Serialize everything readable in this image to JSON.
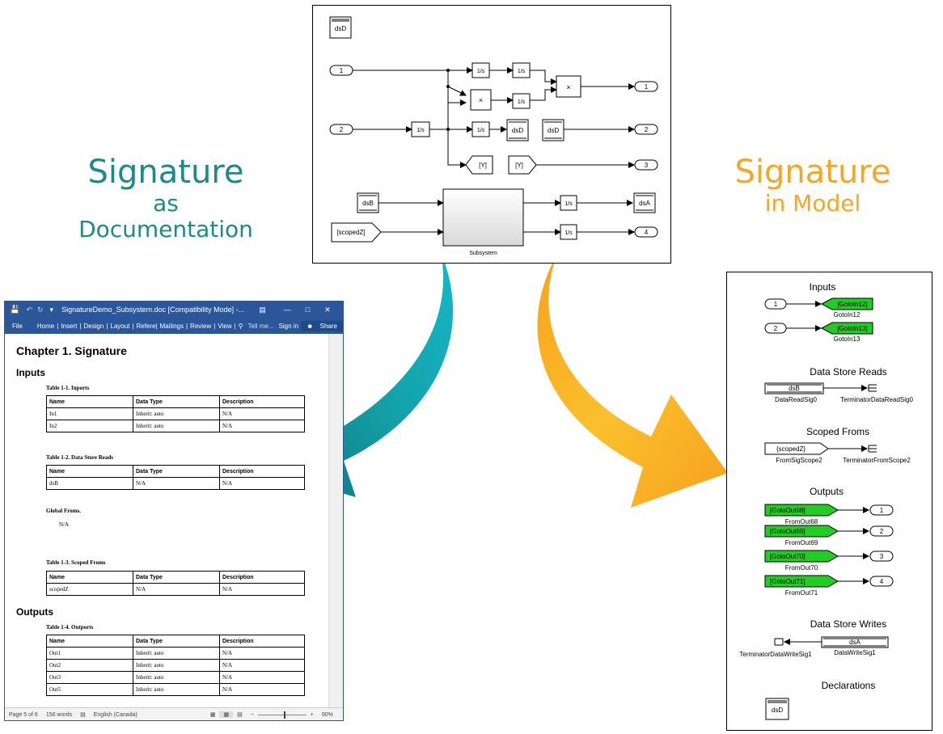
{
  "headings": {
    "left": {
      "line1": "Signature",
      "line2": "as Documentation"
    },
    "right": {
      "line1": "Signature",
      "line2": "in Model"
    }
  },
  "colors": {
    "teal": "#1a8a8a",
    "orange": "#f5a623",
    "goto_green": "#22cc22",
    "word_blue": "#2b579a"
  },
  "top_model": {
    "dsD_top": "dsD",
    "inports": [
      "1",
      "2"
    ],
    "outports": [
      "1",
      "2",
      "3",
      "4"
    ],
    "integrator": "1/s",
    "product": "×",
    "dsD_write": "dsD",
    "dsD_read": "dsD",
    "goto_Y": "[Y]",
    "from_Y": "[Y]",
    "dsB": "dsB",
    "scopedZ": "[scopedZ]",
    "subsystem_label": "Subsystem",
    "dsA": "dsA"
  },
  "word": {
    "title": "SignatureDemo_Subsystem.doc [Compatibility Mode] -...",
    "ribbon_tabs": [
      "File",
      "Home",
      "Insert",
      "Design",
      "Layout",
      "References",
      "Mailings",
      "Review",
      "View"
    ],
    "tell_me": "Tell me...",
    "sign_in": "Sign in",
    "share": "Share",
    "chapter_title": "Chapter 1. Signature",
    "inputs_heading": "Inputs",
    "outputs_heading": "Outputs",
    "table_header": [
      "Name",
      "Data Type",
      "Description"
    ],
    "tables": [
      {
        "caption": "Table 1-1. Inports",
        "rows": [
          [
            "In1",
            "Inherit: auto",
            "N/A"
          ],
          [
            "In2",
            "Inherit: auto",
            "N/A"
          ]
        ]
      },
      {
        "caption": "Table 1-2. Data Store Reads",
        "rows": [
          [
            "dsB",
            "N/A",
            "N/A"
          ]
        ]
      },
      {
        "caption": "Table 1-3. Scoped Froms",
        "rows": [
          [
            "scopedZ",
            "N/A",
            "N/A"
          ]
        ]
      },
      {
        "caption": "Table 1-4. Outports",
        "rows": [
          [
            "Out1",
            "Inherit: auto",
            "N/A"
          ],
          [
            "Out2",
            "Inherit: auto",
            "N/A"
          ],
          [
            "Out3",
            "Inherit: auto",
            "N/A"
          ],
          [
            "Out5",
            "Inherit: auto",
            "N/A"
          ]
        ]
      }
    ],
    "global_froms_caption": "Global Froms.",
    "global_froms_value": "N/A",
    "status": {
      "page": "Page 5 of 6",
      "words": "156 words",
      "language": "English (Canada)",
      "zoom": "90%"
    }
  },
  "right_model": {
    "sections": {
      "inputs": "Inputs",
      "ds_reads": "Data Store Reads",
      "scoped_froms": "Scoped Froms",
      "outputs": "Outputs",
      "ds_writes": "Data Store Writes",
      "declarations": "Declarations"
    },
    "inputs": [
      {
        "port": "1",
        "tag": "[GotoIn12]",
        "label": "GotoIn12"
      },
      {
        "port": "2",
        "tag": "[GotoIn13]",
        "label": "GotoIn13"
      }
    ],
    "ds_read": {
      "block": "dsB",
      "label": "DataReadSig0",
      "term_label": "TerminatorDataReadSig0"
    },
    "scoped_from": {
      "block": "{scopedZ}",
      "label": "FromSigScope2",
      "term_label": "TerminatorFromScope2"
    },
    "outputs": [
      {
        "tag": "[GotoOut68]",
        "label": "FromOut68",
        "port": "1"
      },
      {
        "tag": "[GotoOut69]",
        "label": "FromOut69",
        "port": "2"
      },
      {
        "tag": "[GotoOut70]",
        "label": "FromOut70",
        "port": "3"
      },
      {
        "tag": "[GotoOut71]",
        "label": "FromOut71",
        "port": "4"
      }
    ],
    "ds_write": {
      "block": "dsA",
      "label": "DataWriteSig1",
      "term_label": "TerminatorDataWriteSig1"
    },
    "declaration": "dsD"
  }
}
